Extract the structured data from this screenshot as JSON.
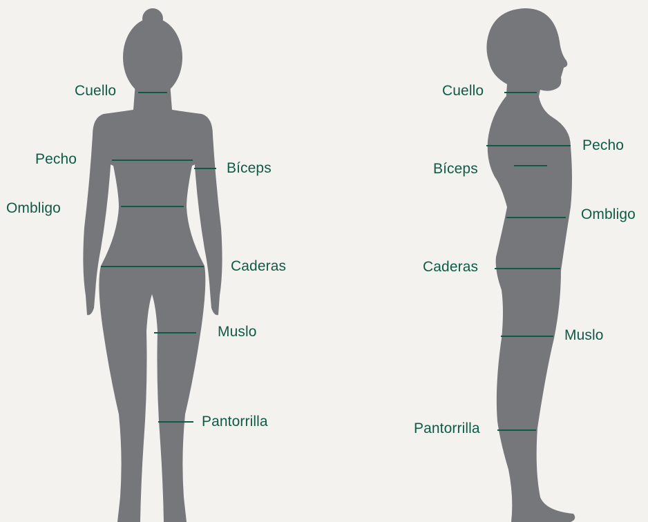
{
  "colors": {
    "background": "#f3f2ef",
    "silhouette": "#76777b",
    "accent": "#0f5a47"
  },
  "figures": {
    "front": {
      "description_icon": "female-front-silhouette",
      "labels": {
        "neck": "Cuello",
        "chest": "Pecho",
        "biceps": "Bíceps",
        "navel": "Ombligo",
        "hips": "Caderas",
        "thigh": "Muslo",
        "calf": "Pantorrilla"
      }
    },
    "side": {
      "description_icon": "male-side-silhouette",
      "labels": {
        "neck": "Cuello",
        "chest": "Pecho",
        "biceps": "Bíceps",
        "navel": "Ombligo",
        "hips": "Caderas",
        "thigh": "Muslo",
        "calf": "Pantorrilla"
      }
    }
  }
}
